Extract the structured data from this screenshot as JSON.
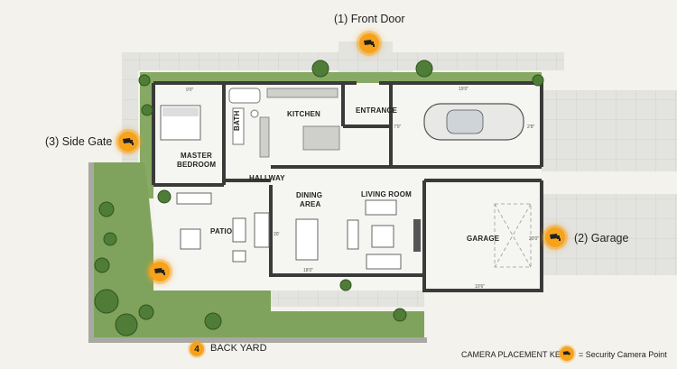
{
  "callouts": {
    "front_door": "(1) Front Door",
    "garage": "(2) Garage",
    "side_gate": "(3) Side Gate",
    "back_yard": "BACK YARD",
    "back_yard_number": "4"
  },
  "rooms": {
    "kitchen": "KITCHEN",
    "entrance": "ENTRANCE",
    "master_bedroom_line1": "MASTER",
    "master_bedroom_line2": "BEDROOM",
    "bath": "BATH",
    "hallway": "HALLWAY",
    "dining_line1": "DINING",
    "dining_line2": "AREA",
    "living_room": "LIVING ROOM",
    "patio": "PATIO",
    "garage": "GARAGE"
  },
  "dimensions": {
    "bedroom_width": "9'0\"",
    "garage_top_width": "19'0\"",
    "garage_right_side": "2'8\"",
    "entrance_side": "7'0\"",
    "patio_side": "20'",
    "dining_bottom": "18'0\"",
    "garage_bottom": "10'6\"",
    "garage_depth": "20'0\""
  },
  "legend": {
    "label": "CAMERA PLACEMENT KEY:",
    "description": "= Security Camera Point"
  },
  "icons": {
    "camera": "security-camera-icon"
  },
  "colors": {
    "camera_marker": "#f7a21b",
    "lawn": "#7fa35c",
    "wall": "#3a3a3a",
    "paving": "#d9d9d5"
  }
}
